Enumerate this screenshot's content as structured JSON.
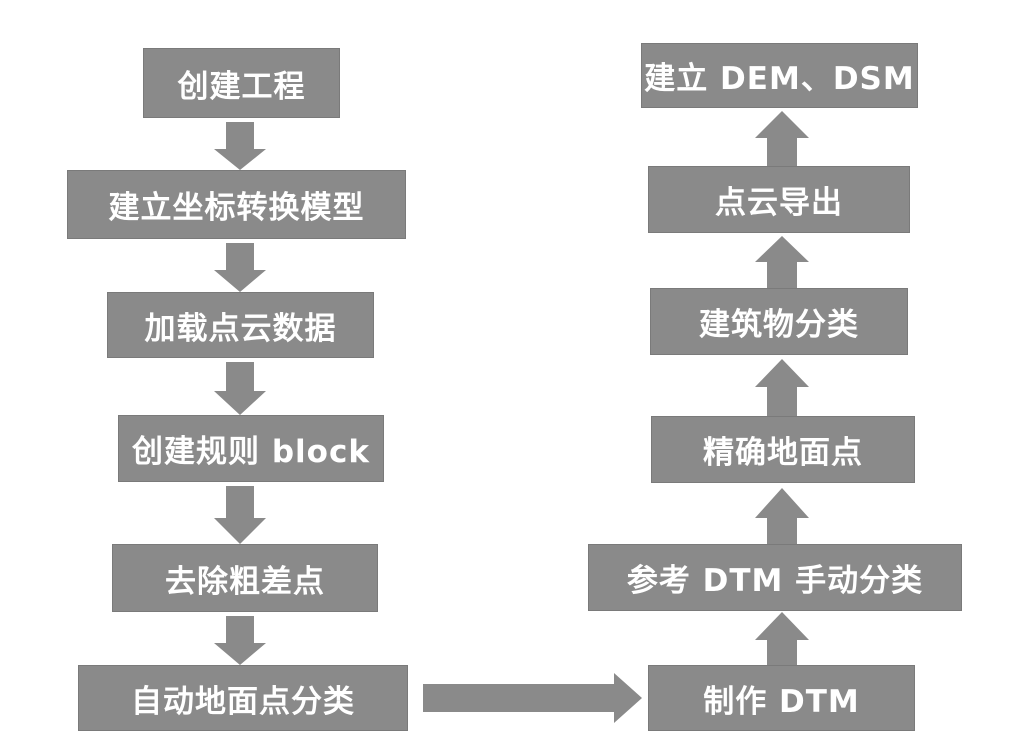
{
  "left_column": [
    "创建工程",
    "建立坐标转换模型",
    "加载点云数据",
    "创建规则 block",
    "去除粗差点",
    "自动地面点分类"
  ],
  "right_column": [
    "制作 DTM",
    "参考 DTM 手动分类",
    "精确地面点",
    "建筑物分类",
    "点云导出",
    "建立 DEM、DSM"
  ],
  "colors": {
    "box_fill": "#8a8a8a",
    "text": "#ffffff",
    "background": "#ffffff"
  }
}
